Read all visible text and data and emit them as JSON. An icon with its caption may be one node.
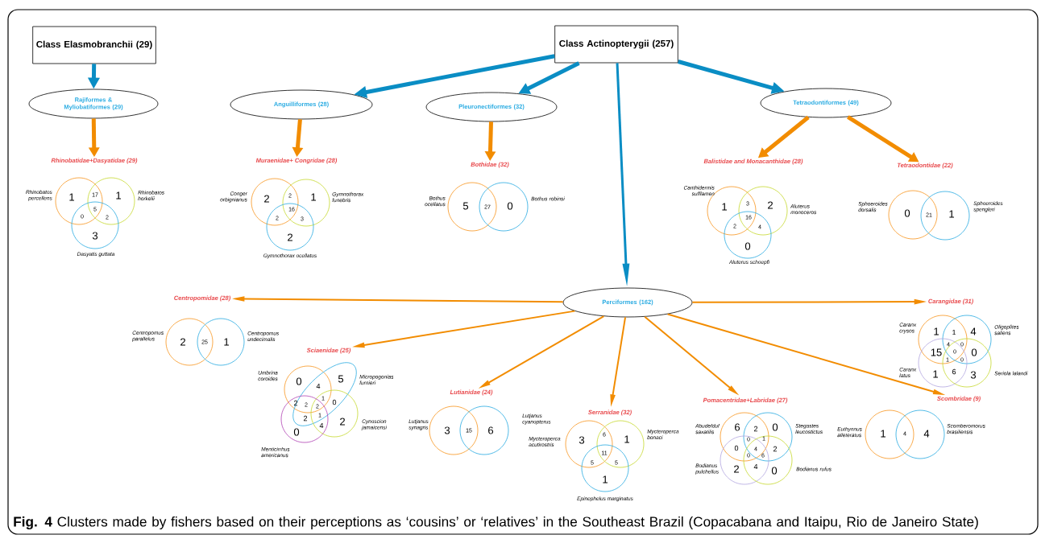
{
  "diagram": {
    "caption": "**Fig. 4** Clusters made by fishers based on their perceptions as ‘cousins’ or ‘relatives’ in the Southeast Brazil (Copacabana and Itaipu, Rio de Janeiro State)",
    "nodes": [
      {
        "text": [
          "Class Elasmobranchii (29)"
        ]
      },
      {
        "text": [
          "Class Actinopterygii (257)"
        ]
      },
      {
        "text": [
          "Rajiformes & Myliobatiformes (29)"
        ]
      },
      {
        "text": [
          "Anguilliformes (28)"
        ]
      },
      {
        "text": [
          "Pleuronectiformes (32)"
        ]
      },
      {
        "text": [
          "Tetraodontiformes (49)"
        ]
      },
      {
        "text": [
          "Rhinobatidae+Dasyatidae (29)"
        ]
      },
      {
        "text": [
          "Muraenidae+ Congridae (28)"
        ]
      },
      {
        "text": [
          "Bothidae (32)"
        ]
      },
      {
        "text": [
          "Balistidae and Monacanthidae (28)"
        ]
      },
      {
        "text": [
          "Tetraodontidae (22)"
        ]
      },
      {
        "text": [
          "Perciformes (162)"
        ]
      },
      {
        "text": [
          "Centropomidae (28)"
        ]
      },
      {
        "text": [
          "Sciaenidae (25)"
        ]
      },
      {
        "text": [
          "Lutianidae (24)"
        ]
      },
      {
        "text": [
          "Serranidae (32)"
        ]
      },
      {
        "text": [
          "Pomacentridae+Labridae (27)"
        ]
      },
      {
        "text": [
          "Carangidae (31)"
        ]
      },
      {
        "text": [
          "Scombridae (9)"
        ]
      }
    ],
    "edges": [
      {
        "from": 0,
        "to": 2,
        "arrow": "to",
        "color": "#0a8dc4"
      },
      {
        "from": 1,
        "to": 3,
        "arrow": "to",
        "color": "#0a8dc4"
      },
      {
        "from": 1,
        "to": 4,
        "arrow": "to",
        "color": "#0a8dc4"
      },
      {
        "from": 1,
        "to": 11,
        "arrow": "to",
        "color": "#0a8dc4"
      },
      {
        "from": 1,
        "to": 5,
        "arrow": "to",
        "color": "#0a8dc4"
      },
      {
        "from": 2,
        "to": 6,
        "arrow": "to"
      },
      {
        "from": 3,
        "to": 7,
        "arrow": "to"
      },
      {
        "from": 4,
        "to": 8,
        "arrow": "to"
      },
      {
        "from": 5,
        "to": 9,
        "arrow": "to"
      },
      {
        "from": 5,
        "to": 10,
        "arrow": "to"
      },
      {
        "from": 11,
        "to": 12,
        "arrow": "to"
      },
      {
        "from": 11,
        "to": 13,
        "arrow": "to"
      },
      {
        "from": 11,
        "to": 14,
        "arrow": "to"
      },
      {
        "from": 11,
        "to": 15,
        "arrow": "to"
      },
      {
        "from": 11,
        "to": 16,
        "arrow": "to"
      },
      {
        "from": 11,
        "to": 17,
        "arrow": "to"
      },
      {
        "from": 11,
        "to": 18,
        "arrow": "to"
      }
    ],
    "labels": [
      "Rhinobatos percellens",
      "1",
      "17",
      "1",
      "Rhinobatos horkelii",
      "5",
      "0",
      "2",
      "3",
      "Dasyatis guttata",
      "Conger orbignianus",
      "2",
      "2",
      "1",
      "Gymnothorax funebris",
      "16",
      "2",
      "3",
      "2",
      "Gymnothorax ocellatus",
      "Bothus ocellatus",
      "5",
      "27",
      "0",
      "Bothus robinsi",
      "Canthidermis sufflamen",
      "1",
      "3",
      "2",
      "Aluterus monoceros",
      "16",
      "2",
      "4",
      "0",
      "Aluterus schoepfi",
      "Sphoeroides dorsalis",
      "0",
      "21",
      "1",
      "Sphoeroides spengleri",
      "Centropomus parallelus",
      "2",
      "25",
      "1",
      "Centropomus undecimalis",
      "Umbrina coroides",
      "0",
      "4",
      "5",
      "Micropogonias furnieri",
      "2",
      "2",
      "2",
      "1",
      "0",
      "2",
      "1",
      "2",
      "Cynoscion jamaicensi",
      "0",
      "4",
      "Menticirrhus americanus",
      "Lutjanus synagris",
      "3",
      "15",
      "6",
      "Lutjanus cyanopterus",
      "Mycteroperca acutirostris",
      "3",
      "6",
      "1",
      "Mycteroperca bonaci",
      "11",
      "5",
      "5",
      "1",
      "Epinephelus marginatus",
      "Abudefduf saxatilis",
      "6",
      "2",
      "0",
      "Stegastes leucostictus",
      "0",
      "1",
      "0",
      "4",
      "2",
      "0",
      "6",
      "Bodianus pulchellus",
      "2",
      "4",
      "0",
      "Bodianus rufus",
      "Caranx crysos",
      "1",
      "1",
      "4",
      "Oligoplites saliens",
      "4",
      "0",
      "15",
      "0",
      "0",
      "1",
      "0",
      "Caranx latus",
      "1",
      "6",
      "3",
      "Seriola lalandi",
      "Euthynnus alleteratus",
      "1",
      "4",
      "4",
      "Scomberomorus brasiliensis"
    ]
  }
}
